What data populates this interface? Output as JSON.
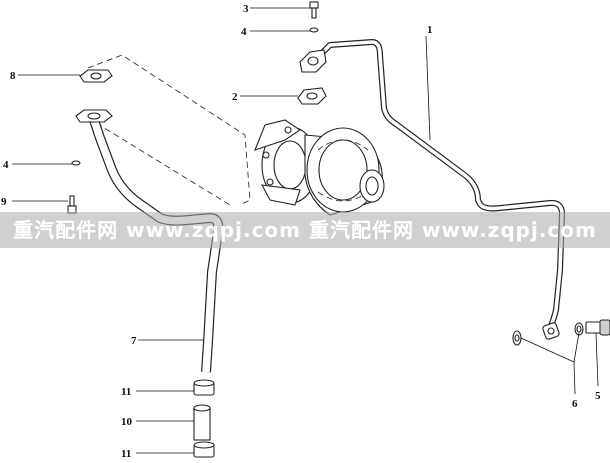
{
  "callouts": {
    "c1": "1",
    "c2": "2",
    "c3": "3",
    "c4_top": "4",
    "c4_left": "4",
    "c5": "5",
    "c6": "6",
    "c7": "7",
    "c8": "8",
    "c9": "9",
    "c10": "10",
    "c11_top": "11",
    "c11_bottom": "11"
  },
  "watermark": {
    "text": "重汽配件网 www.zqpj.com 重汽配件网 www.zqpj.com"
  }
}
